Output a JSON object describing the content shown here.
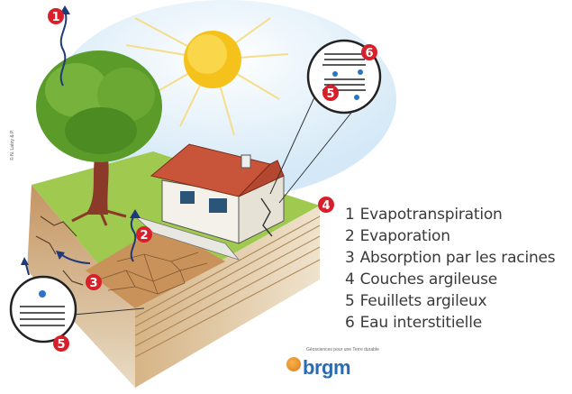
{
  "legend": [
    {
      "num": "1",
      "label": "Evapotranspiration"
    },
    {
      "num": "2",
      "label": "Evaporation"
    },
    {
      "num": "3",
      "label": "Absorption par les racines"
    },
    {
      "num": "4",
      "label": "Couches argileuse"
    },
    {
      "num": "5",
      "label": "Feuillets argileux"
    },
    {
      "num": "6",
      "label": "Eau interstitielle"
    }
  ],
  "markers": {
    "m1": "1",
    "m2": "2",
    "m3": "3",
    "m4": "4",
    "m5": "5",
    "m6": "6",
    "m5b": "5"
  },
  "brand": {
    "name": "brgm",
    "tagline": "Géosciences pour une Terre durable"
  },
  "credit": "© N. Labry & P.",
  "colors": {
    "marker": "#d8202a",
    "sky": "#cfe6f6",
    "grass": "#8cbf3f",
    "soil": "#c79a5d",
    "sun": "#f5c21b"
  }
}
